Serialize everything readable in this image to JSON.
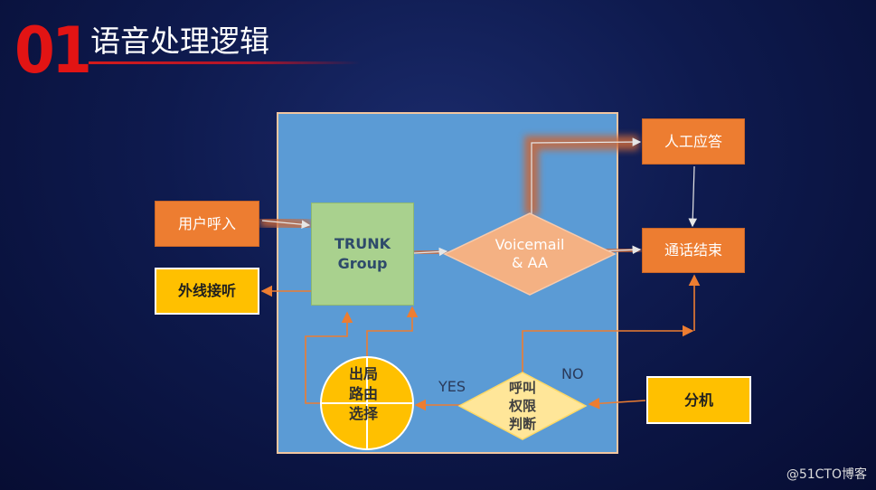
{
  "header": {
    "number": "01",
    "title": "语音处理逻辑"
  },
  "nodes": {
    "user_call_in": "用户呼入",
    "external_answer": "外线接听",
    "trunk_group_line1": "TRUNK",
    "trunk_group_line2": "Group",
    "voicemail_line1": "Voicemail",
    "voicemail_line2": "& AA",
    "manual_answer": "人工应答",
    "call_end": "通话结束",
    "extension": "分机",
    "permission_line1": "呼叫",
    "permission_line2": "权限",
    "permission_line3": "判断",
    "route_q1": "出",
    "route_q2": "局",
    "route_q3": "路",
    "route_q4": "由",
    "route_q5": "选",
    "route_q6": "择"
  },
  "labels": {
    "yes": "YES",
    "no": "NO"
  },
  "watermark": "@51CTO博客",
  "colors": {
    "background": "#0e1a4e",
    "panel": "#5b9bd5",
    "orange": "#ed7d31",
    "yellow": "#ffc000",
    "green": "#a9d18e",
    "salmon": "#f4b183",
    "light_yellow": "#ffe699",
    "accent_red": "#e21414"
  }
}
